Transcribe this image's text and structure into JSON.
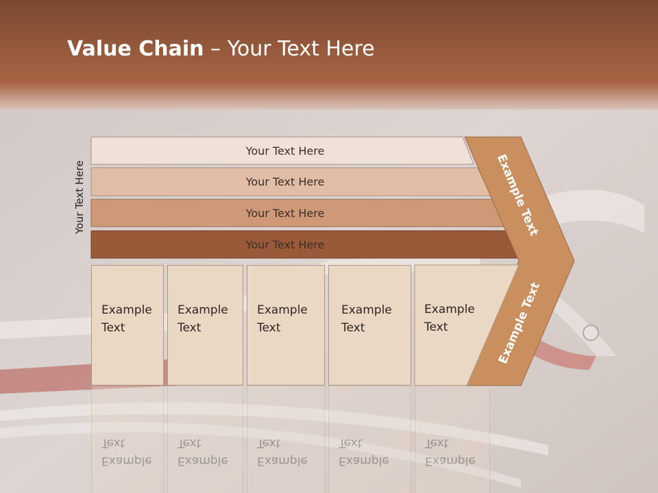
{
  "slide": {
    "title_bold": "Value Chain",
    "title_rest": " – Your Text Here",
    "side_label": "Your Text Here"
  },
  "rows": [
    {
      "label": "Your Text Here",
      "color": "#efe0d8"
    },
    {
      "label": "Your Text Here",
      "color": "#e1bda5"
    },
    {
      "label": "Your Text Here",
      "color": "#cf9978"
    },
    {
      "label": "Your Text Here",
      "color": "#9a5a3a"
    }
  ],
  "cells": [
    {
      "line1": "Example",
      "line2": "Text"
    },
    {
      "line1": "Example",
      "line2": "Text"
    },
    {
      "line1": "Example",
      "line2": "Text"
    },
    {
      "line1": "Example",
      "line2": "Text"
    },
    {
      "line1": "Example",
      "line2": "Text"
    }
  ],
  "chevron": {
    "upper_text": "Example Text",
    "lower_text": "Example Text",
    "color": "#c98f5f"
  },
  "colors": {
    "header_top": "#7a4a30",
    "header_bottom": "#b06a45"
  }
}
